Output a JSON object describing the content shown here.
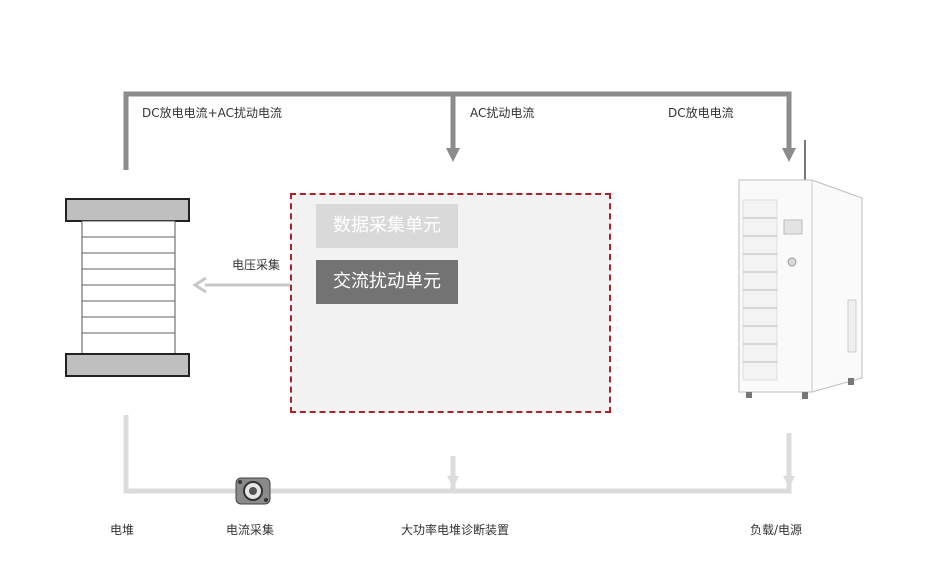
{
  "top_flows": {
    "dc_plus_ac": "DC放电电流+AC扰动电流",
    "ac": "AC扰动电流",
    "dc": "DC放电电流"
  },
  "voltage_sampling": "电压采集",
  "diagnosis_box": {
    "acquisition_unit": "数据采集单元",
    "perturbation_unit": "交流扰动单元"
  },
  "bottom_labels": {
    "stack": "电堆",
    "current_sampling": "电流采集",
    "diagnosis_device": "大功率电堆诊断装置",
    "load_source": "负载/电源"
  },
  "colors": {
    "dark_line": "#8c8c8c",
    "light_line": "#dcdcdc",
    "box_border": "#a8242a",
    "acq_unit_bg": "#d9d9d9",
    "pert_unit_bg": "#737373"
  }
}
